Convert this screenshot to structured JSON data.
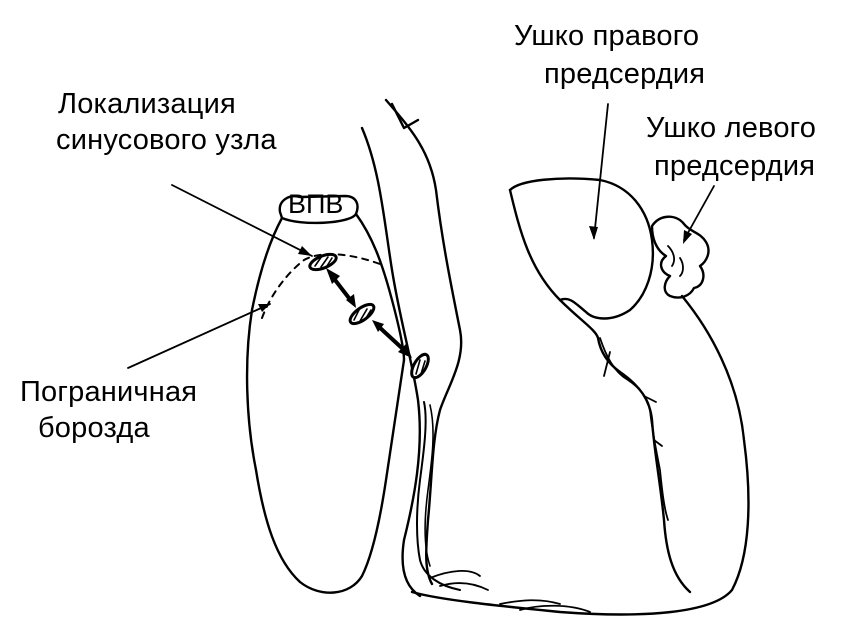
{
  "labels": {
    "sinus_node_line1": "Локализация",
    "sinus_node_line2": "синусового  узла",
    "svc": "ВПВ",
    "border_groove_line1": "Пограничная",
    "border_groove_line2": "борозда",
    "right_auricle_line1": "Ушко  правого",
    "right_auricle_line2": "предсердия",
    "left_auricle_line1": "Ушко  левого",
    "left_auricle_line2": "предсердия"
  },
  "colors": {
    "ink": "#000000",
    "background": "#ffffff"
  }
}
